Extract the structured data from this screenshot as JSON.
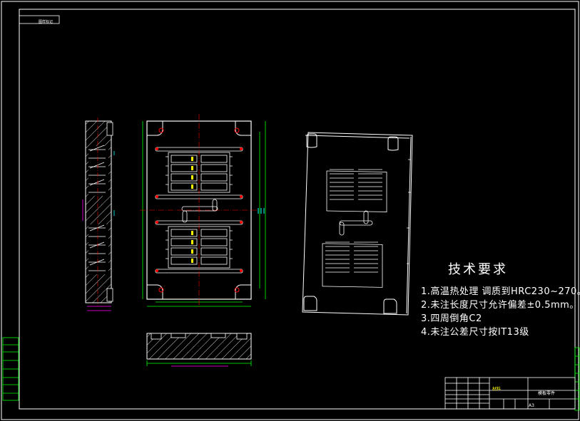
{
  "notes": {
    "title": "技术要求",
    "items": [
      "1.高温热处理   调质到HRC230~270。",
      "2.未注长度尺寸允许偏差±0.5mm。",
      "3.四周倒角C2",
      "4.未注公差尺寸按IT13级"
    ]
  },
  "title_block": {
    "material": "材料",
    "sheet_size": "A3",
    "drawing_name": "模板零件"
  },
  "corner_tag": "图样标记",
  "colors": {
    "background": "#000000",
    "frame": "#ffffff",
    "hatch": "#ffffff",
    "dimension": "#00ff00",
    "centerline": "#ff0000",
    "highlight": "#ffff00",
    "accent": "#ff00ff",
    "cyan": "#00ffff"
  }
}
